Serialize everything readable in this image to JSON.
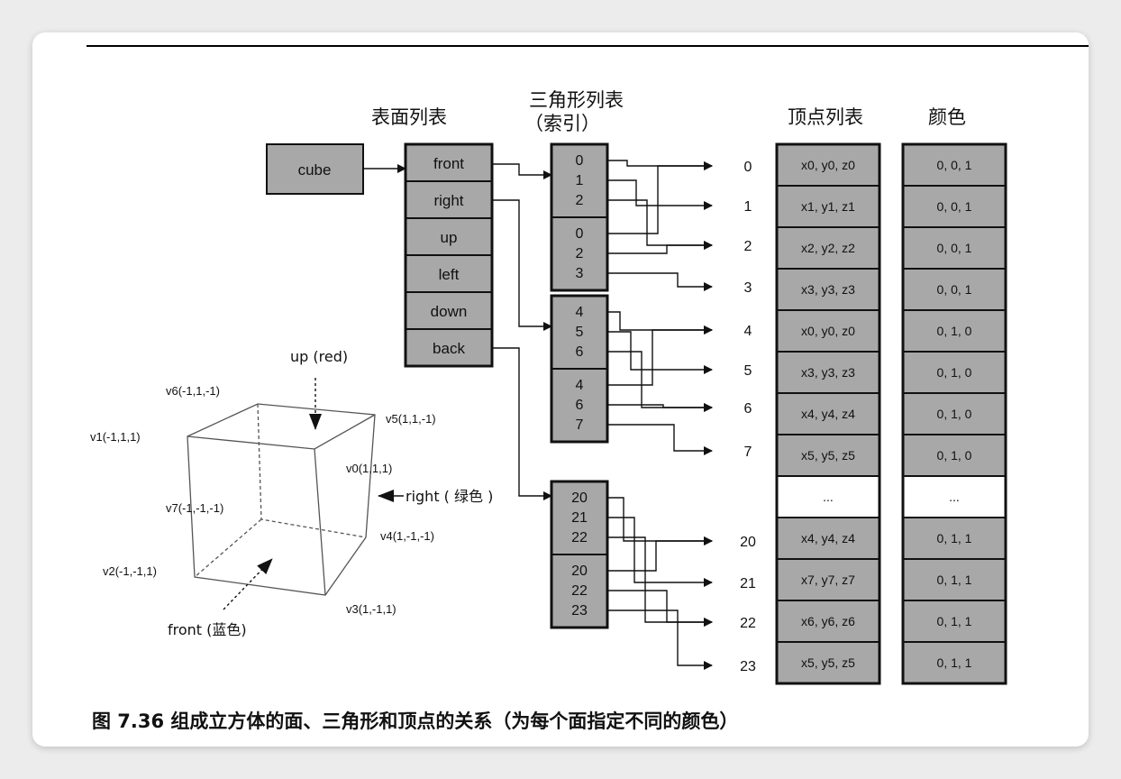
{
  "headers": {
    "faces": "表面列表",
    "triangles_line1": "三角形列表",
    "triangles_line2": "（索引）",
    "vertices": "顶点列表",
    "colors": "颜色"
  },
  "cube_label": "cube",
  "faces": [
    "front",
    "right",
    "up",
    "left",
    "down",
    "back"
  ],
  "triangle_groups": [
    [
      "0",
      "1",
      "2",
      "0",
      "2",
      "3"
    ],
    [
      "4",
      "5",
      "6",
      "4",
      "6",
      "7"
    ],
    [
      "20",
      "21",
      "22",
      "20",
      "22",
      "23"
    ]
  ],
  "vertex_indices": [
    "0",
    "1",
    "2",
    "3",
    "4",
    "5",
    "6",
    "7",
    "20",
    "21",
    "22",
    "23"
  ],
  "vertex_list": [
    "x0, y0, z0",
    "x1, y1, z1",
    "x2, y2, z2",
    "x3, y3, z3",
    "x0, y0, z0",
    "x3, y3, z3",
    "x4, y4, z4",
    "x5, y5, z5",
    "...",
    "x4, y4, z4",
    "x7, y7, z7",
    "x6, y6, z6",
    "x5, y5, z5"
  ],
  "color_list": [
    "0, 0, 1",
    "0, 0, 1",
    "0, 0, 1",
    "0, 0, 1",
    "0, 1, 0",
    "0, 1, 0",
    "0, 1, 0",
    "0, 1, 0",
    "...",
    "0, 1, 1",
    "0, 1, 1",
    "0, 1, 1",
    "0, 1, 1"
  ],
  "cube_vertices": {
    "v0": "v0(1,1,1)",
    "v1": "v1(-1,1,1)",
    "v2": "v2(-1,-1,1)",
    "v3": "v3(1,-1,1)",
    "v4": "v4(1,-1,-1)",
    "v5": "v5(1,1,-1)",
    "v6": "v6(-1,1,-1)",
    "v7": "v7(-1,-1,-1)"
  },
  "cube_face_labels": {
    "up": "up (red)",
    "right": "right ( 绿色 )",
    "front": "front (蓝色)"
  },
  "caption": "图 7.36  组成立方体的面、三角形和顶点的关系（为每个面指定不同的颜色）"
}
